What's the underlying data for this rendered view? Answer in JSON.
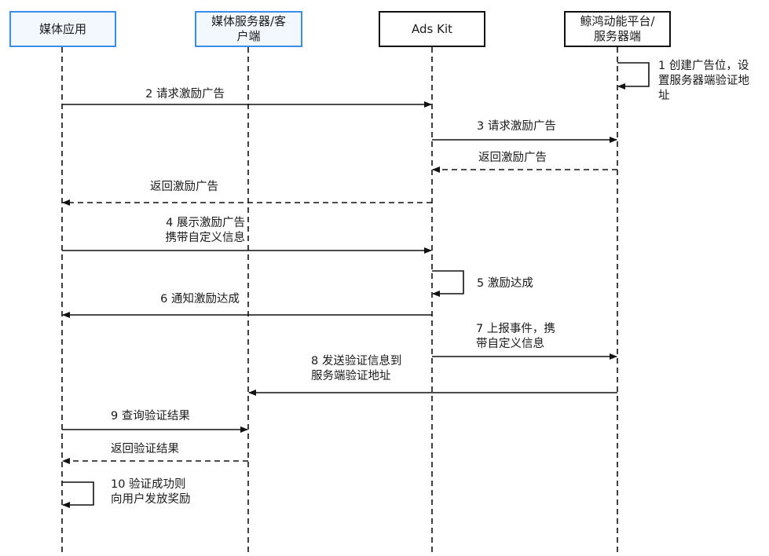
{
  "diagram": {
    "type": "sequence",
    "participants": [
      {
        "id": "media-app",
        "label": "媒体应用",
        "style": "blue"
      },
      {
        "id": "media-server",
        "label": "媒体服务器/客\n户端",
        "style": "blue"
      },
      {
        "id": "ads-kit",
        "label": "Ads Kit",
        "style": "plain"
      },
      {
        "id": "platform",
        "label": "鲸鸿动能平台/\n服务器端",
        "style": "plain"
      }
    ],
    "messages": [
      {
        "step": "1",
        "label": "1 创建广告位，设\n置服务器端验证地\n址",
        "from": "platform",
        "to": "platform",
        "kind": "self"
      },
      {
        "step": "2",
        "label": "2 请求激励广告",
        "from": "media-app",
        "to": "ads-kit",
        "kind": "solid"
      },
      {
        "step": "3",
        "label": "3 请求激励广告",
        "from": "ads-kit",
        "to": "platform",
        "kind": "solid"
      },
      {
        "step": "3r",
        "label": "返回激励广告",
        "from": "platform",
        "to": "ads-kit",
        "kind": "dashed"
      },
      {
        "step": "2r",
        "label": "返回激励广告",
        "from": "ads-kit",
        "to": "media-app",
        "kind": "dashed"
      },
      {
        "step": "4",
        "label": "4 展示激励广告\n携带自定义信息",
        "from": "media-app",
        "to": "ads-kit",
        "kind": "solid"
      },
      {
        "step": "5",
        "label": "5 激励达成",
        "from": "ads-kit",
        "to": "ads-kit",
        "kind": "self"
      },
      {
        "step": "6",
        "label": "6 通知激励达成",
        "from": "ads-kit",
        "to": "media-app",
        "kind": "solid"
      },
      {
        "step": "7",
        "label": "7 上报事件，携\n带自定义信息",
        "from": "ads-kit",
        "to": "platform",
        "kind": "solid"
      },
      {
        "step": "8",
        "label": "8 发送验证信息到\n服务端验证地址",
        "from": "platform",
        "to": "media-server",
        "kind": "solid"
      },
      {
        "step": "9",
        "label": "9 查询验证结果",
        "from": "media-app",
        "to": "media-server",
        "kind": "solid"
      },
      {
        "step": "9r",
        "label": "返回验证结果",
        "from": "media-server",
        "to": "media-app",
        "kind": "dashed"
      },
      {
        "step": "10",
        "label": "10 验证成功则\n向用户发放奖励",
        "from": "media-app",
        "to": "media-app",
        "kind": "self"
      }
    ],
    "colors": {
      "blue_border": "#3a8ee6",
      "blue_fill": "#f2f8fe",
      "line": "#111111"
    }
  }
}
